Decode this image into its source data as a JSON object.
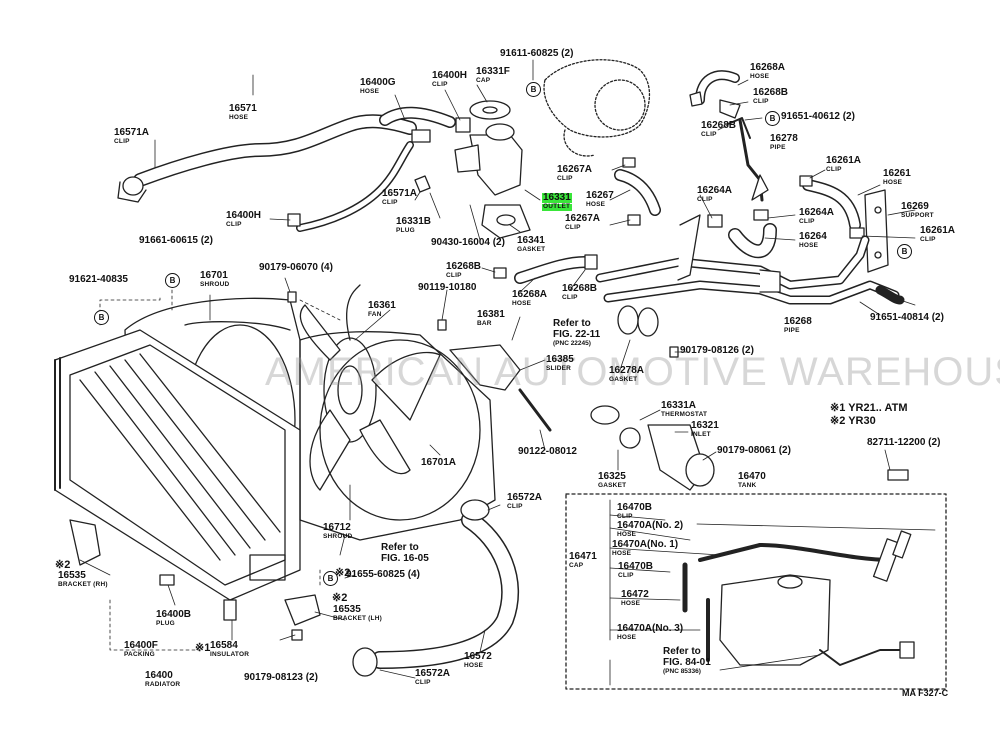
{
  "watermark": "AMERICAN AUTOMOTIVE WAREHOUSE",
  "figure_code": "MA F327-C",
  "badge_letter": "B",
  "legend": {
    "line1": "※1 YR21.. ATM",
    "line2": "※2 YR30"
  },
  "parts": [
    {
      "pn": "91611-60825 (2)",
      "name": ""
    },
    {
      "pn": "16268A",
      "name": "HOSE"
    },
    {
      "pn": "16268B",
      "name": "CLIP"
    },
    {
      "pn": "16400G",
      "name": "HOSE"
    },
    {
      "pn": "16400H",
      "name": "CLIP"
    },
    {
      "pn": "16331F",
      "name": "CAP"
    },
    {
      "pn": "16571",
      "name": "HOSE"
    },
    {
      "pn": "16571A",
      "name": "CLIP"
    },
    {
      "pn": "16268B",
      "name": "CLIP"
    },
    {
      "pn": "91651-40612 (2)",
      "name": ""
    },
    {
      "pn": "16278",
      "name": "PIPE"
    },
    {
      "pn": "16261A",
      "name": "CLIP"
    },
    {
      "pn": "16267A",
      "name": "CLIP"
    },
    {
      "pn": "16261",
      "name": "HOSE"
    },
    {
      "pn": "16331",
      "name": "OUTLET"
    },
    {
      "pn": "16267",
      "name": "HOSE"
    },
    {
      "pn": "16571A",
      "name": "CLIP"
    },
    {
      "pn": "16264A",
      "name": "CLIP"
    },
    {
      "pn": "16269",
      "name": "SUPPORT"
    },
    {
      "pn": "16400H",
      "name": "CLIP"
    },
    {
      "pn": "16331B",
      "name": "PLUG"
    },
    {
      "pn": "16267A",
      "name": "CLIP"
    },
    {
      "pn": "16264A",
      "name": "CLIP"
    },
    {
      "pn": "16261A",
      "name": "CLIP"
    },
    {
      "pn": "16341",
      "name": "GASKET"
    },
    {
      "pn": "16264",
      "name": "HOSE"
    },
    {
      "pn": "90430-16004 (2)",
      "name": ""
    },
    {
      "pn": "91661-60615 (2)",
      "name": ""
    },
    {
      "pn": "16268B",
      "name": "CLIP"
    },
    {
      "pn": "90179-06070 (4)",
      "name": ""
    },
    {
      "pn": "16701",
      "name": "SHROUD"
    },
    {
      "pn": "91621-40835",
      "name": ""
    },
    {
      "pn": "16268B",
      "name": "CLIP"
    },
    {
      "pn": "90119-10180",
      "name": ""
    },
    {
      "pn": "16268A",
      "name": "HOSE"
    },
    {
      "pn": "16361",
      "name": "FAN"
    },
    {
      "pn": "16381",
      "name": "BAR"
    },
    {
      "pn": "16268",
      "name": "PIPE"
    },
    {
      "pn": "91651-40814 (2)",
      "name": ""
    },
    {
      "pn": "16385",
      "name": "SLIDER"
    },
    {
      "pn": "90179-08126 (2)",
      "name": ""
    },
    {
      "pn": "16278A",
      "name": "GASKET"
    },
    {
      "pn": "16331A",
      "name": "THERMOSTAT"
    },
    {
      "pn": "16321",
      "name": "INLET"
    },
    {
      "pn": "90122-08012",
      "name": ""
    },
    {
      "pn": "90179-08061 (2)",
      "name": ""
    },
    {
      "pn": "82711-12200 (2)",
      "name": ""
    },
    {
      "pn": "16701A",
      "name": ""
    },
    {
      "pn": "16325",
      "name": "GASKET"
    },
    {
      "pn": "16470",
      "name": "TANK"
    },
    {
      "pn": "16572A",
      "name": "CLIP"
    },
    {
      "pn": "16470B",
      "name": "CLIP"
    },
    {
      "pn": "16470A(No. 2)",
      "name": "HOSE"
    },
    {
      "pn": "16712",
      "name": "SHROUD"
    },
    {
      "pn": "16470A(No. 1)",
      "name": "HOSE"
    },
    {
      "pn": "16471",
      "name": "CAP"
    },
    {
      "pn": "16470B",
      "name": "CLIP"
    },
    {
      "pn": "16535",
      "name": "BRACKET (RH)"
    },
    {
      "pn": "91655-60825 (4)",
      "name": ""
    },
    {
      "pn": "16472",
      "name": "HOSE"
    },
    {
      "pn": "16400B",
      "name": "PLUG"
    },
    {
      "pn": "16535",
      "name": "BRACKET (LH)"
    },
    {
      "pn": "16470A(No. 3)",
      "name": "HOSE"
    },
    {
      "pn": "16400F",
      "name": "PACKING"
    },
    {
      "pn": "16584",
      "name": "INSULATOR"
    },
    {
      "pn": "16572",
      "name": "HOSE"
    },
    {
      "pn": "16400",
      "name": "RADIATOR"
    },
    {
      "pn": "90179-08123 (2)",
      "name": ""
    },
    {
      "pn": "16572A",
      "name": "CLIP"
    }
  ],
  "refs": [
    {
      "line1": "Refer to",
      "line2": "FIG. 22-11",
      "line3": "(PNC 22245)"
    },
    {
      "line1": "Refer to",
      "line2": "FIG. 16-05",
      "line3": ""
    },
    {
      "line1": "Refer to",
      "line2": "FIG. 84-01",
      "line3": "(PNC 85336)"
    }
  ],
  "marks": [
    "※2",
    "※2",
    "※2",
    "※1"
  ]
}
